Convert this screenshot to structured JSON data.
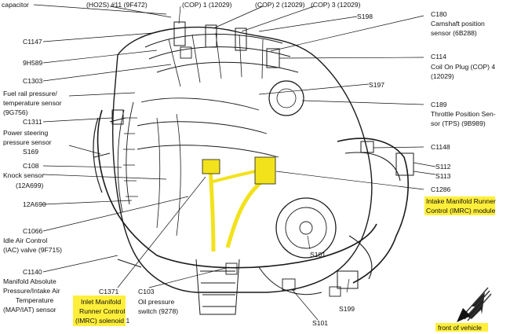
{
  "colors": {
    "highlight": "#ffef3a",
    "ink": "#111111",
    "harness": "#f2e21c"
  },
  "icons": {
    "direction": "front-arrow-icon"
  },
  "labels": {
    "capacitor": "capacitor",
    "ho2s": "(HO2S) #11 (9F472)",
    "cop1": "(COP) 1 (12029)",
    "cop2": "(COP) 2 (12029)",
    "cop3": "(COP) 3 (12029)",
    "s198": "S198",
    "c180_1": "C180",
    "c180_2": "Camshaft position",
    "c180_3": "sensor (6B288)",
    "c1147": "C1147",
    "h9h589": "9H589",
    "c114_1": "C114",
    "c114_2": "Coil On Plug (COP) 4",
    "c114_3": "(12029)",
    "c1303": "C1303",
    "s197": "S197",
    "frp_1": "Fuel rail pressure/",
    "frp_2": "temperature sensor",
    "frp_3": "(9G756)",
    "c189_1": "C189",
    "c189_2": "Throttle Position Sen-",
    "c189_3": "sor (TPS) (9B989)",
    "c1311": "C1311",
    "ps_1": "Power steering",
    "ps_2": "pressure sensor",
    "s169": "S169",
    "c1148": "C1148",
    "c108": "C108",
    "ks_1": "Knock sensor",
    "ks_2": "(12A699)",
    "s112": "S112",
    "s113": "S113",
    "c1286": "C1286",
    "imrc_1": "Intake Manifold Runner",
    "imrc_2": "Control (IMRC) module",
    "a12a690": "12A690",
    "c1066": "C1066",
    "iac_1": "Idle Air Control",
    "iac_2": "(IAC) valve (9F715)",
    "s101": "S101",
    "c1140": "C1140",
    "map_1": "Manifold Absolute",
    "map_2": "Pressure/Intake Air",
    "map_3": "Temperature",
    "map_4": "(MAP/IAT) sensor",
    "c1371": "C1371",
    "c103": "C103",
    "op_1": "Oil pressure",
    "op_2": "switch (9278)",
    "s199": "S199",
    "s101b": "S101",
    "inlet_1": "Inlet Manifold",
    "inlet_2": "Runner Control",
    "inlet_3": "(IMRC) solenoid 1",
    "front": "front of vehicle"
  }
}
